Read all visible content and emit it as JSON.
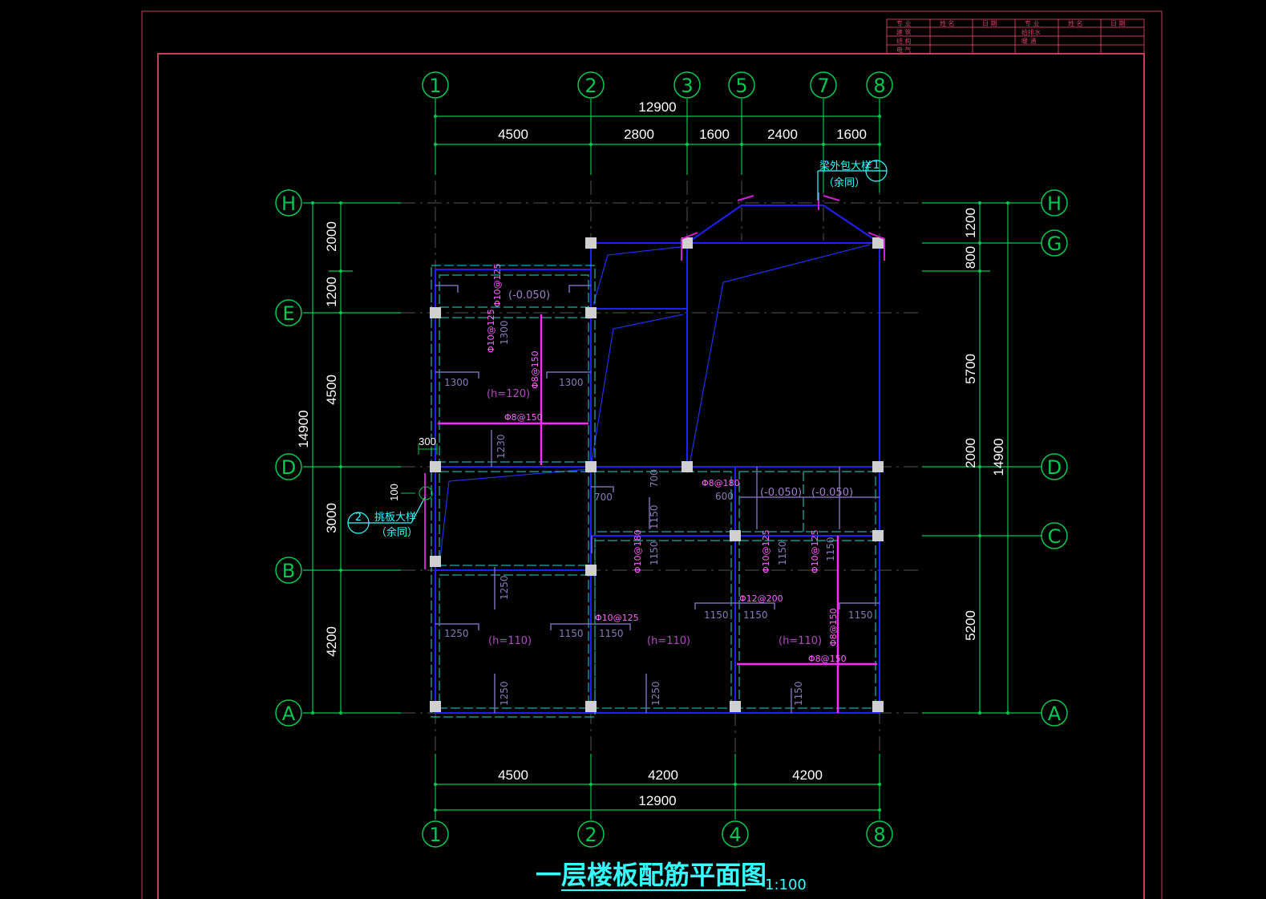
{
  "drawing": {
    "title": "一层楼板配筋平面图",
    "scale": "1:100"
  },
  "title_block": {
    "headers": [
      "专 业",
      "姓 名",
      "日 期",
      "专 业",
      "姓 名",
      "日 期"
    ],
    "rows": [
      [
        "建 筑",
        "给排水"
      ],
      [
        "结 构",
        "暖 通"
      ],
      [
        "电 气",
        ""
      ]
    ]
  },
  "top_axes": [
    "1",
    "2",
    "3",
    "5",
    "7",
    "8"
  ],
  "bottom_axes": [
    "1",
    "2",
    "4",
    "8"
  ],
  "left_axes": [
    "H",
    "E",
    "D",
    "B",
    "A"
  ],
  "right_axes": [
    "H",
    "G",
    "D",
    "C",
    "A"
  ],
  "top_dims": {
    "total": "12900",
    "segments": [
      "4500",
      "2800",
      "1600",
      "2400",
      "1600"
    ]
  },
  "bottom_dims": {
    "total": "12900",
    "segments": [
      "4500",
      "4200",
      "4200"
    ]
  },
  "left_dims": {
    "total": "14900",
    "segments": [
      "2000",
      "1200",
      "4500",
      "3000",
      "4200"
    ]
  },
  "right_dims": {
    "total": "14900",
    "segments": [
      "1200",
      "800",
      "5700",
      "2000",
      "5200"
    ]
  },
  "callouts": {
    "c1_line1": "梁外包大样",
    "c1_line2": "（余同）",
    "c1_num": "1",
    "c2_line1": "挑板大样",
    "c2_line2": "（余同）",
    "c2_num": "2",
    "d300": "300",
    "d100": "100"
  },
  "slab_notes": {
    "h120": "(h=120)",
    "h110a": "(h=110)",
    "h110b": "(h=110)",
    "h110c": "(h=110)",
    "elev1": "(-0.050)",
    "elev2": "(-0.050)",
    "elev3": "(-0.050)"
  },
  "rebar": {
    "r1": "Φ10@125",
    "r2": "Φ10@125",
    "r3": "Φ8@150",
    "r4": "Φ8@150",
    "r5": "Φ8@180",
    "r6": "Φ10@180",
    "r7": "Φ10@125",
    "r8": "Φ10@125",
    "r9": "Φ10@125",
    "r10": "Φ12@200",
    "r11": "Φ8@150",
    "r12": "Φ8@150"
  },
  "bar_lengths": {
    "b1": "1300",
    "b2": "1300",
    "b3": "1300",
    "b4": "1230",
    "b5": "700",
    "b6": "700",
    "b7": "1150",
    "b8": "600",
    "b9": "1150",
    "b10": "1150",
    "b11": "1250",
    "b12": "1250",
    "b13": "1150",
    "b14": "1150",
    "b15": "1250",
    "b16": "1250",
    "b17": "1150",
    "b18": "1150",
    "b19": "1150",
    "b20": "1150",
    "b21": "1150"
  }
}
